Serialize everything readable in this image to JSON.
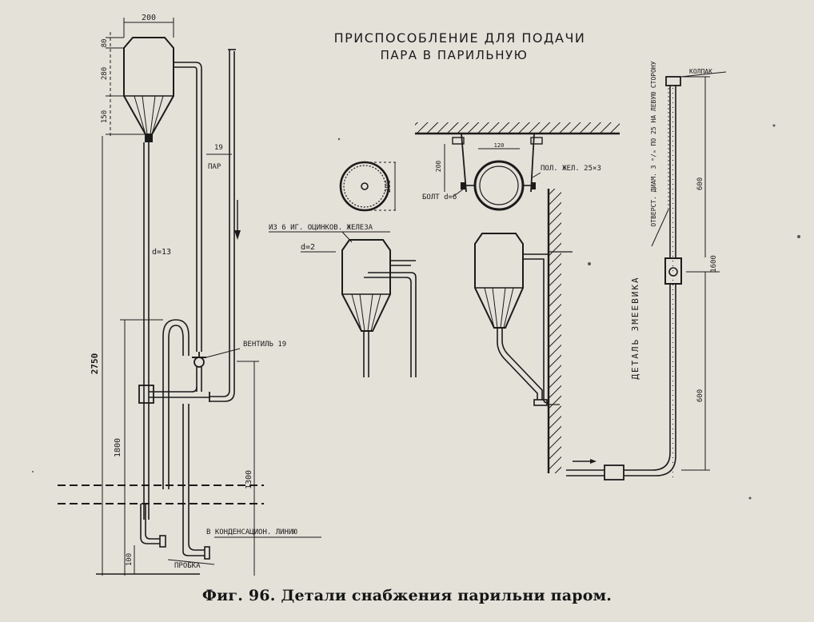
{
  "title_line1": "ПРИСПОСОБЛЕНИЕ ДЛЯ ПОДАЧИ",
  "title_line2": "ПАРА В ПАРИЛЬНУЮ",
  "caption": "Фиг. 96. Детали снабжения парильни паром.",
  "labels": {
    "dim_200_top": "200",
    "dim_80": "80",
    "dim_280": "280",
    "dim_150": "150",
    "dim_2750": "2750",
    "dim_1800": "1800",
    "dim_1300": "1300",
    "dim_100": "100",
    "pipe_19": "19",
    "par": "ПАР",
    "d13": "d=13",
    "ventil": "ВЕНТИЛЬ 19",
    "kondensat": "В КОНДЕНСАЦИОН. ЛИНИЮ",
    "probka": "ПРОБКА",
    "dim_200_ring": "200",
    "dim_120": "120",
    "dim_200_bracket": "200",
    "pol_zhel": "ПОЛ. ЖЕЛ. 25×3",
    "bolt": "БОЛТ d=6",
    "iz_6": "ИЗ 6 ИГ. ОЦИНКОВ. ЖЕЛЕЗА",
    "d2": "d=2",
    "kolpak": "КОЛПАК",
    "otverst": "ОТВЕРСТ. ДИАМ. 3 ᵐ/ₘ ПО 25 НА ЛЕВУЮ СТОРОНУ",
    "dim_600_a": "600",
    "dim_600_b": "600",
    "dim_1600": "1600",
    "detal": "ДЕТАЛЬ ЗМЕЕВИКА"
  }
}
